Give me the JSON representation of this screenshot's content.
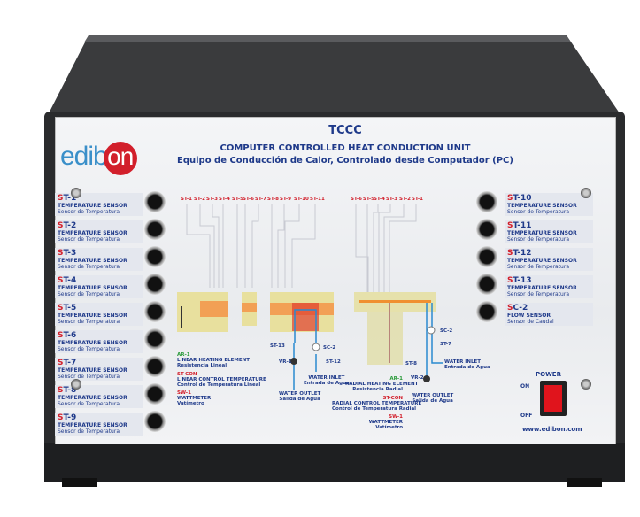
{
  "brand": {
    "logo_text": "edib",
    "logo_circle": "on",
    "website": "www.edibon.com",
    "color_blue": "#1f3a8a",
    "color_red": "#d21f2b"
  },
  "header": {
    "code": "TCCC",
    "title": "COMPUTER CONTROLLED HEAT CONDUCTION UNIT",
    "subtitle": "Equipo de Conducción de Calor, Controlado desde Computador (PC)"
  },
  "left_sensors": [
    {
      "p": "S",
      "id": "T-1",
      "en": "TEMPERATURE SENSOR",
      "es": "Sensor de Temperatura"
    },
    {
      "p": "S",
      "id": "T-2",
      "en": "TEMPERATURE SENSOR",
      "es": "Sensor de Temperatura"
    },
    {
      "p": "S",
      "id": "T-3",
      "en": "TEMPERATURE SENSOR",
      "es": "Sensor de Temperatura"
    },
    {
      "p": "S",
      "id": "T-4",
      "en": "TEMPERATURE SENSOR",
      "es": "Sensor de Temperatura"
    },
    {
      "p": "S",
      "id": "T-5",
      "en": "TEMPERATURE SENSOR",
      "es": "Sensor de Temperatura"
    },
    {
      "p": "S",
      "id": "T-6",
      "en": "TEMPERATURE SENSOR",
      "es": "Sensor de Temperatura"
    },
    {
      "p": "S",
      "id": "T-7",
      "en": "TEMPERATURE SENSOR",
      "es": "Sensor de Temperatura"
    },
    {
      "p": "S",
      "id": "T-8",
      "en": "TEMPERATURE SENSOR",
      "es": "Sensor de Temperatura"
    },
    {
      "p": "S",
      "id": "T-9",
      "en": "TEMPERATURE SENSOR",
      "es": "Sensor de Temperatura"
    }
  ],
  "right_sensors": [
    {
      "p": "S",
      "id": "T-10",
      "en": "TEMPERATURE SENSOR",
      "es": "Sensor de Temperatura"
    },
    {
      "p": "S",
      "id": "T-11",
      "en": "TEMPERATURE SENSOR",
      "es": "Sensor de Temperatura"
    },
    {
      "p": "S",
      "id": "T-12",
      "en": "TEMPERATURE SENSOR",
      "es": "Sensor de Temperatura"
    },
    {
      "p": "S",
      "id": "T-13",
      "en": "TEMPERATURE SENSOR",
      "es": "Sensor de Temperatura"
    },
    {
      "p": "S",
      "id": "C-2",
      "en": "FLOW SENSOR",
      "es": "Sensor de Caudal"
    }
  ],
  "linear_top_labels": [
    "ST-1",
    "ST-2",
    "ST-3",
    "ST-4",
    "ST-5",
    "ST-6",
    "ST-7",
    "ST-8",
    "ST-9",
    "ST-10",
    "ST-11"
  ],
  "radial_top_labels": [
    "ST-6",
    "ST-5",
    "ST-4",
    "ST-3",
    "ST-2",
    "ST-1"
  ],
  "linear": {
    "ar": {
      "id": "AR-1",
      "en": "LINEAR HEATING ELEMENT",
      "es": "Resistencia Lineal"
    },
    "stcon": {
      "id": "ST-CON",
      "en": "LINEAR CONTROL TEMPERATURE",
      "es": "Control de Temperatura Lineal"
    },
    "sw": {
      "id": "SW-1",
      "en": "WATTMETER",
      "es": "Vatímetro"
    },
    "st13": "ST-13",
    "sc2": "SC-2",
    "vr1": "VR-1",
    "st12": "ST-12",
    "inlet": {
      "en": "WATER INLET",
      "es": "Entrada de Agua"
    },
    "outlet": {
      "en": "WATER OUTLET",
      "es": "Salida de Agua"
    }
  },
  "radial": {
    "ar": {
      "id": "AR-1",
      "en": "RADIAL HEATING ELEMENT",
      "es": "Resistencia Radial"
    },
    "stcon": {
      "id": "ST-CON",
      "en": "RADIAL CONTROL TEMPERATURE",
      "es": "Control de Temperatura Radial"
    },
    "sw": {
      "id": "SW-1",
      "en": "WATTMETER",
      "es": "Vatímetro"
    },
    "sc2": "SC-2",
    "st7": "ST-7",
    "st8": "ST-8",
    "vr2": "VR-2",
    "inlet": {
      "en": "WATER INLET",
      "es": "Entrada de Agua"
    },
    "outlet": {
      "en": "WATER OUTLET",
      "es": "Salida de Agua"
    }
  },
  "power": {
    "label": "POWER",
    "on": "ON",
    "off": "OFF",
    "switch_color": "#e0141c"
  }
}
